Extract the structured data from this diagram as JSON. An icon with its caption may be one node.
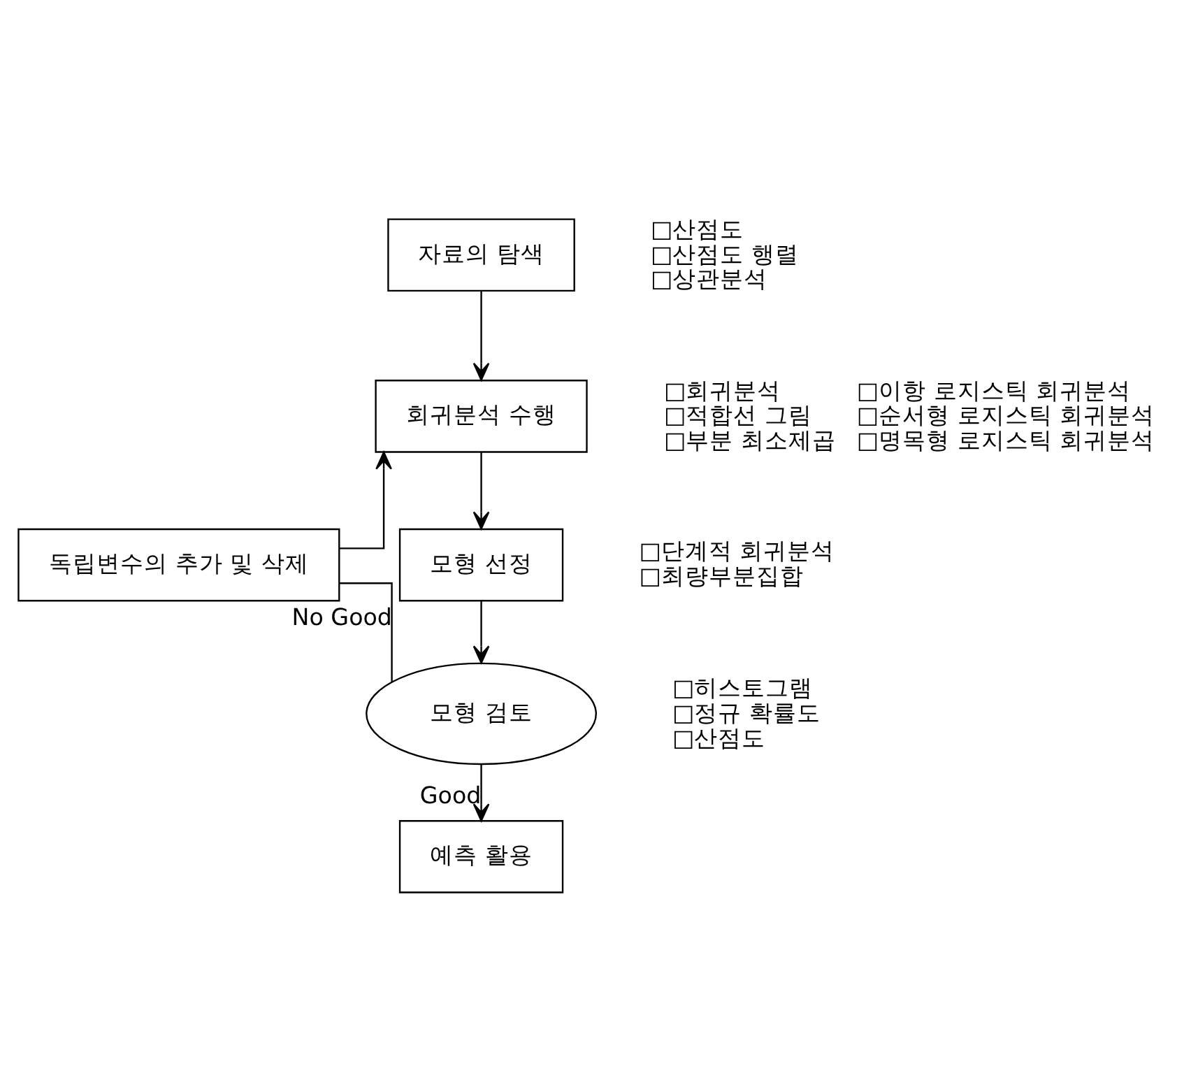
{
  "diagram": {
    "nodes": [
      {
        "text": [
          "자료의 탐색"
        ],
        "beside": [
          "□산점도",
          "□산점도 행렬",
          "□상관분석"
        ]
      },
      {
        "text": [
          "회귀분석 수행"
        ],
        "beside": [
          "□회귀분석",
          "□적합선 그림",
          "□부분 최소제곱",
          "□이항 로지스틱 회귀분석",
          "□순서형 로지스틱 회귀분석",
          "□명목형 로지스틱 회귀분석"
        ]
      },
      {
        "text": [
          "모형 선정"
        ],
        "beside": [
          "□단계적 회귀분석",
          "□최량부분집합"
        ]
      },
      {
        "text": [
          "모형 검토"
        ],
        "beside": [
          "□히스토그램",
          "□정규 확률도",
          "□산점도"
        ]
      },
      {
        "text": [
          "예측 활용"
        ]
      },
      {
        "text": [
          "독립변수의 추가 및 삭제"
        ]
      }
    ],
    "edges": [
      {
        "from": 0,
        "to": 1,
        "arrow": "to"
      },
      {
        "from": 1,
        "to": 2,
        "arrow": "to"
      },
      {
        "from": 2,
        "to": 3,
        "arrow": "to"
      },
      {
        "from": 3,
        "to": 5,
        "arrow": "none",
        "label": "No Good"
      },
      {
        "from": 5,
        "to": 1,
        "arrow": "to"
      },
      {
        "from": 3,
        "to": 4,
        "arrow": "to",
        "label": "Good"
      }
    ]
  }
}
